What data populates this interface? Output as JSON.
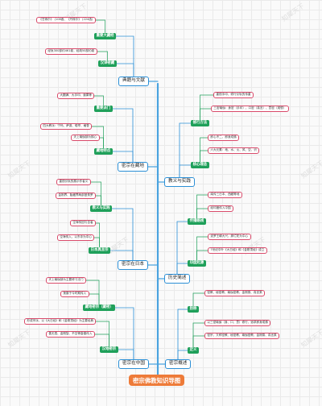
{
  "root": {
    "label": "密宗佛教知识导图"
  },
  "watermarks": [
    "知犀天下",
    "知犀天下",
    "知犀天下",
    "知犀天下",
    "知犀天下",
    "知犀天下",
    "知犀天下",
    "知犀天下"
  ],
  "colors": {
    "root": "#ee7b39",
    "section_border": "#2b8fd6",
    "category": "#1fa05a",
    "leaf_border": "#d94a6a",
    "spine": "#4aa3df"
  },
  "sections": [
    {
      "label": "典籍与文献",
      "categories": [
        {
          "label": "重要大藏经",
          "leaves": [
            "《甘珠尔》 (108函、《丹珠尔》 (224函)"
          ]
        },
        {
          "label": "汉译密藏",
          "leaves": [
            "经轨300部约461卷，经疏50部约卷"
          ]
        }
      ]
    },
    {
      "label": "密宗在藏地",
      "categories": [
        {
          "label": "重要派门",
          "leaves": [
            "大圆满、大手印、道果等"
          ]
        },
        {
          "label": "藏地特点",
          "leaves": [
            "四大教派：宁玛、萨迦、噶举、格鲁",
            "天上瑜伽部为核心"
          ]
        }
      ]
    },
    {
      "label": "密宗在日本",
      "categories": [
        {
          "label": "教义与实践",
          "leaves": [
            "重视仪轨的展示作者义",
            "金刚界、胎藏界两部曼荼罗"
          ]
        },
        {
          "label": "日本真言宗",
          "leaves": [
            "空海传回与自者",
            "空海传入，以东寺为中心"
          ]
        }
      ]
    },
    {
      "label": "密宗在中国",
      "categories": [
        {
          "label": "藏地密宗（藏密）",
          "leaves": [
            "天上瑜伽部为主要修习法门",
            "莲藤于今时期传入"
          ]
        },
        {
          "label": "汉地密宗",
          "leaves": [
            "形成宗派，以《大日经》和《金刚顶经》为主要经典",
            "善无畏、金刚智、不空等高僧传入"
          ]
        }
      ]
    },
    {
      "label": "教义与实践",
      "categories": [
        {
          "label": "修行方法",
          "leaves": [
            "重视手印、修行仪轨的传重",
            "三密瑜伽：身密（手印）、口密（真言）、意密（观想）"
          ]
        },
        {
          "label": "核心理念",
          "leaves": [
            "即心不二、即身成佛",
            "六大元素：地、水、火、风、空、识"
          ]
        }
      ]
    },
    {
      "label": "历史简述",
      "categories": [
        {
          "label": "传播路线",
          "leaves": [
            "南传三日本、西藏等地",
            "经印度传入中国"
          ]
        },
        {
          "label": "印度起源",
          "leaves": [
            "波罗王朝大兴，那烂陀为中心",
            "7世纪中叶《大日经》和《金刚顶经》成立"
          ]
        }
      ]
    },
    {
      "label": "密宗概述",
      "categories": [
        {
          "label": "别称",
          "leaves": [
            "密教、秘密教、瑜伽密教、金刚乘、真言乘"
          ]
        },
        {
          "label": "定义",
          "leaves": [
            "以三密瑜伽（身、口、意）修行，追求即身成佛",
            "密宗，又称密教、秘密教、瑜伽密教、金刚乘、真言乘"
          ]
        }
      ]
    }
  ]
}
